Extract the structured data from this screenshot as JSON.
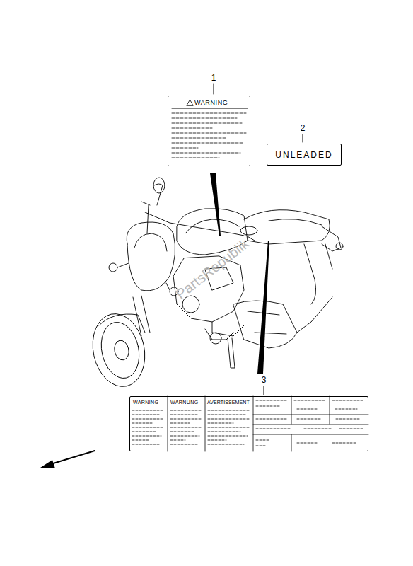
{
  "diagram": {
    "nodes": [
      {
        "text": [
          "WARNING"
        ]
      },
      {
        "text": [
          "UNLEADED"
        ]
      },
      {
        "text": [
          "WARNING",
          "WARNUNG",
          "AVERTISSEMENT"
        ]
      }
    ],
    "labels": [
      "1",
      "2",
      "3",
      "PartsRepublik"
    ]
  }
}
